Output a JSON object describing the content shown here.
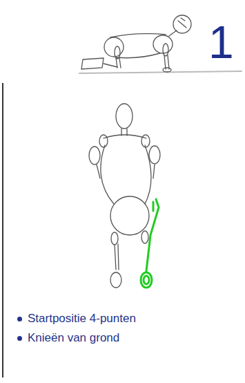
{
  "diagram": {
    "labels": [
      "1",
      "Startpositie 4-punten",
      "Knieën van grond"
    ]
  }
}
